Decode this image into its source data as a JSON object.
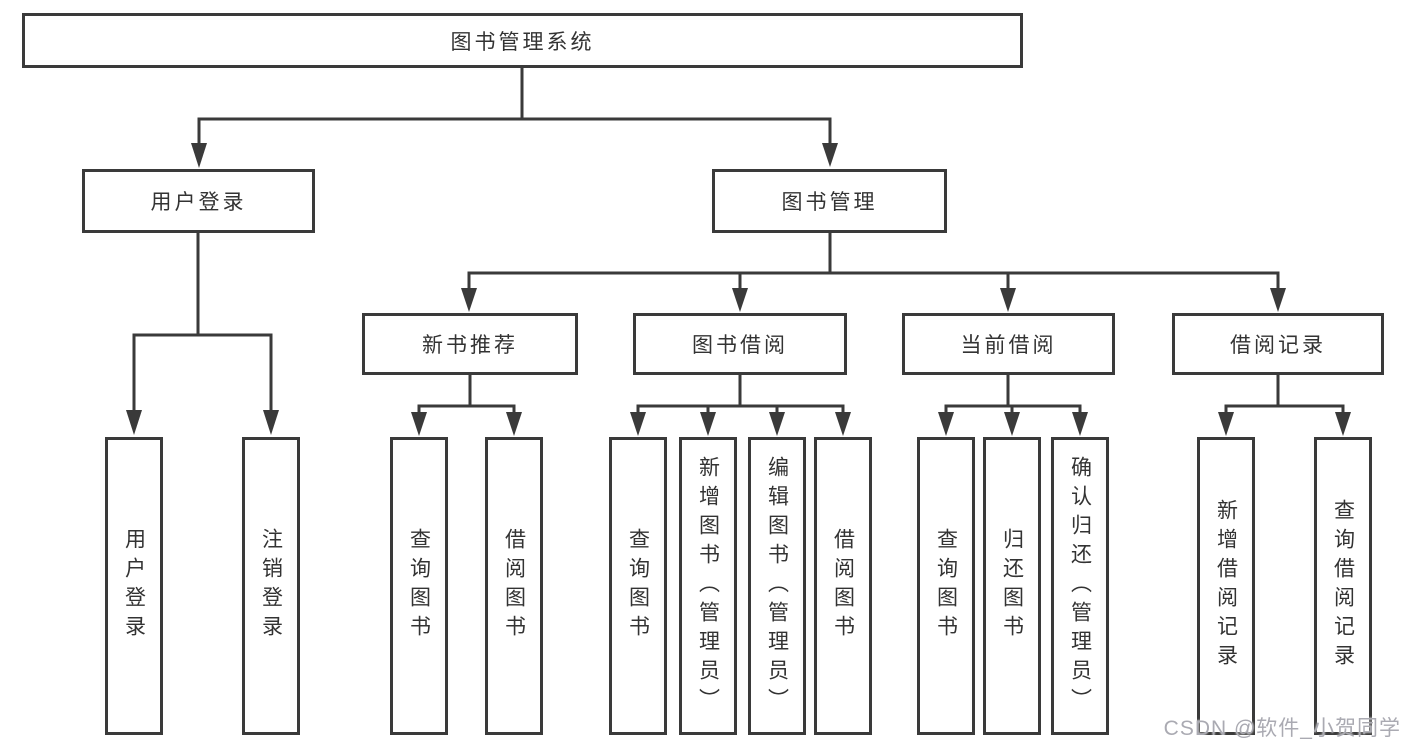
{
  "diagram": {
    "title": "图书管理系统",
    "level2": [
      "用户登录",
      "图书管理"
    ],
    "level3": [
      "新书推荐",
      "图书借阅",
      "当前借阅",
      "借阅记录"
    ],
    "leafGroups": [
      {
        "parent": "用户登录",
        "items": [
          "用户登录",
          "注销登录"
        ]
      },
      {
        "parent": "新书推荐",
        "items": [
          "查询图书",
          "借阅图书"
        ]
      },
      {
        "parent": "图书借阅",
        "items": [
          "查询图书",
          "新增图书（管理员）",
          "编辑图书（管理员）",
          "借阅图书"
        ]
      },
      {
        "parent": "当前借阅",
        "items": [
          "查询图书",
          "归还图书",
          "确认归还（管理员）"
        ]
      },
      {
        "parent": "借阅记录",
        "items": [
          "新增借阅记录",
          "查询借阅记录"
        ]
      }
    ]
  },
  "watermark": "CSDN @软件_小贺同学",
  "colors": {
    "line": "#3a3a3a",
    "text": "#333333",
    "watermark": "#aaaab2",
    "background": "#ffffff"
  }
}
